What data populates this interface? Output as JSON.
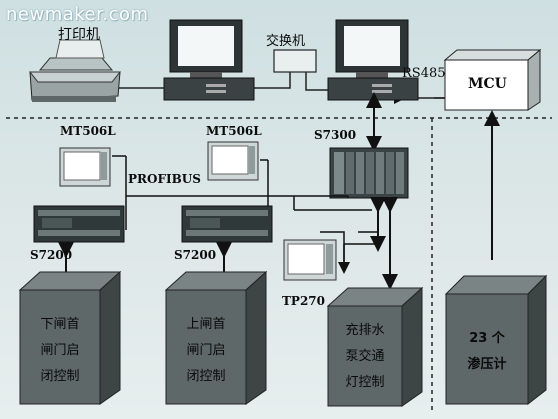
{
  "watermark": "newmaker.com",
  "labels": {
    "printer": "打印机",
    "switch": "交换机",
    "rs485": "RS485",
    "mcu": "MCU",
    "mt506l_1": "MT506L",
    "mt506l_2": "MT506L",
    "s7300": "S7300",
    "profibus": "PROFIBUS",
    "s7200_1": "S7200",
    "s7200_2": "S7200",
    "tp270": "TP270"
  },
  "boxes": {
    "lower_gate": [
      "下闸首",
      "闸门启",
      "闭控制"
    ],
    "upper_gate": [
      "上闸首",
      "闸门启",
      "闭控制"
    ],
    "pump": [
      "充排水",
      "泵交通",
      "灯控制"
    ],
    "piezometer": [
      "23 个",
      "渗压计"
    ]
  }
}
